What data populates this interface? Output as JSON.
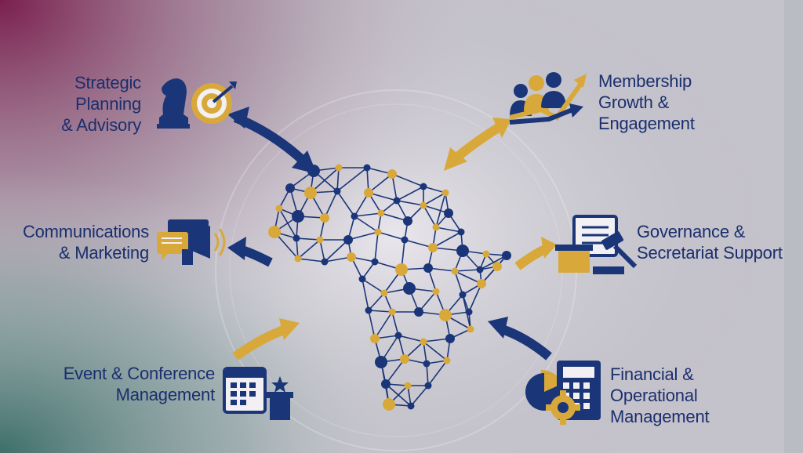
{
  "colors": {
    "navy": "#1a3578",
    "gold": "#d8a93a",
    "label_text": "#1a2f6e",
    "bg_top_left": "#7a1f4e",
    "bg_center": "#cfcfd6",
    "bg_bottom_left": "#4f7b76"
  },
  "services": [
    {
      "lines": [
        "Strategic",
        "Planning",
        "& Advisory"
      ],
      "icon": "knight-target-icon",
      "arrow": "navy-double-arrow"
    },
    {
      "lines": [
        "Membership",
        "Growth &",
        "Engagement"
      ],
      "icon": "people-growth-icon",
      "arrow": "gold-double-arrow"
    },
    {
      "lines": [
        "Communications",
        "& Marketing"
      ],
      "icon": "megaphone-chat-icon",
      "arrow": "navy-arrow-outward"
    },
    {
      "lines": [
        "Governance &",
        "Secretariat Support"
      ],
      "icon": "document-gavel-icon",
      "arrow": "gold-arrow-outward"
    },
    {
      "lines": [
        "Event & Conference",
        "Management"
      ],
      "icon": "calendar-podium-icon",
      "arrow": "gold-arrow-inward"
    },
    {
      "lines": [
        "Financial &",
        "Operational",
        "Management"
      ],
      "icon": "calculator-gear-icon",
      "arrow": "navy-arrow-inward"
    }
  ],
  "center": {
    "icon": "africa-network-map-icon"
  }
}
